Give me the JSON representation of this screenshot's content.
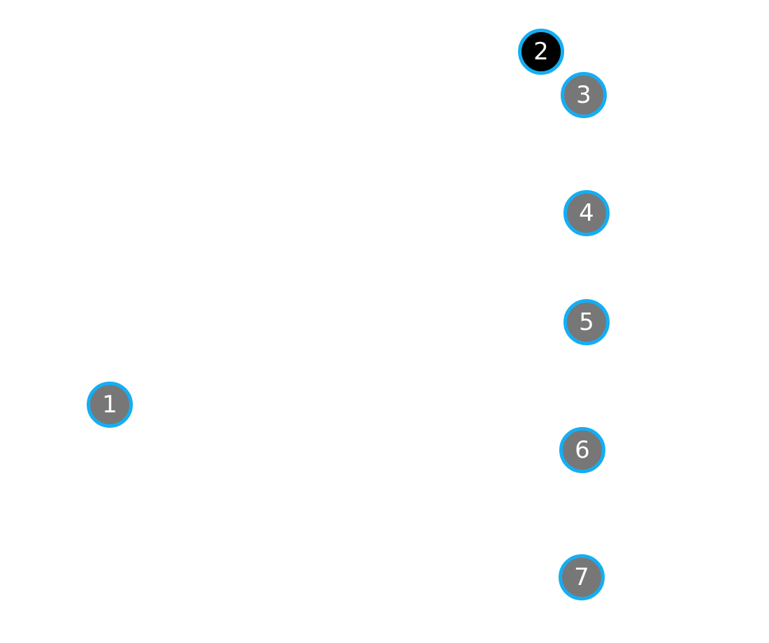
{
  "colors": {
    "border": "#14AEF4",
    "fill": "#777777",
    "active_fill": "#000000",
    "text": "#ffffff"
  },
  "markers": [
    {
      "label": "1",
      "active": false
    },
    {
      "label": "2",
      "active": true
    },
    {
      "label": "3",
      "active": false
    },
    {
      "label": "4",
      "active": false
    },
    {
      "label": "5",
      "active": false
    },
    {
      "label": "6",
      "active": false
    },
    {
      "label": "7",
      "active": false
    }
  ]
}
